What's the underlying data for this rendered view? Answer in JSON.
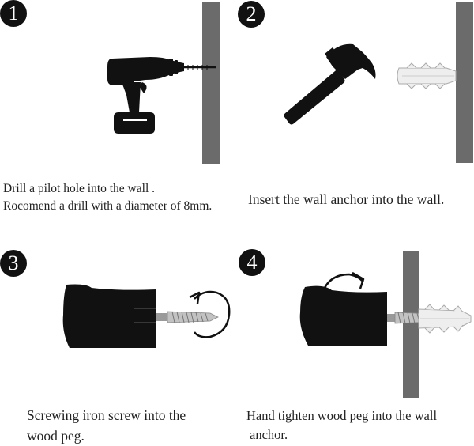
{
  "steps": [
    {
      "number": "1",
      "icons": [
        "drill-icon",
        "wall"
      ],
      "caption_lines": [
        "Drill a pilot hole into the wall .",
        "Rocomend a drill with a diameter of 8mm."
      ]
    },
    {
      "number": "2",
      "icons": [
        "hammer-icon",
        "wall-anchor-icon",
        "wall"
      ],
      "caption_lines": [
        "Insert the wall anchor  into the wall."
      ]
    },
    {
      "number": "3",
      "icons": [
        "wood-peg-icon",
        "screw-icon",
        "rotate-arrow-icon"
      ],
      "caption_lines": [
        "Screwing iron screw into the",
        "wood peg."
      ]
    },
    {
      "number": "4",
      "icons": [
        "wood-peg-icon",
        "curved-arrow-icon",
        "screw-icon",
        "wall",
        "wall-anchor-icon"
      ],
      "caption_lines": [
        "Hand tighten wood peg into the wall",
        "anchor."
      ]
    }
  ],
  "colors": {
    "ink": "#111111",
    "wall": "#6b6b6b",
    "anchor": "#eeeeee",
    "screw": "#9a9a9a"
  }
}
